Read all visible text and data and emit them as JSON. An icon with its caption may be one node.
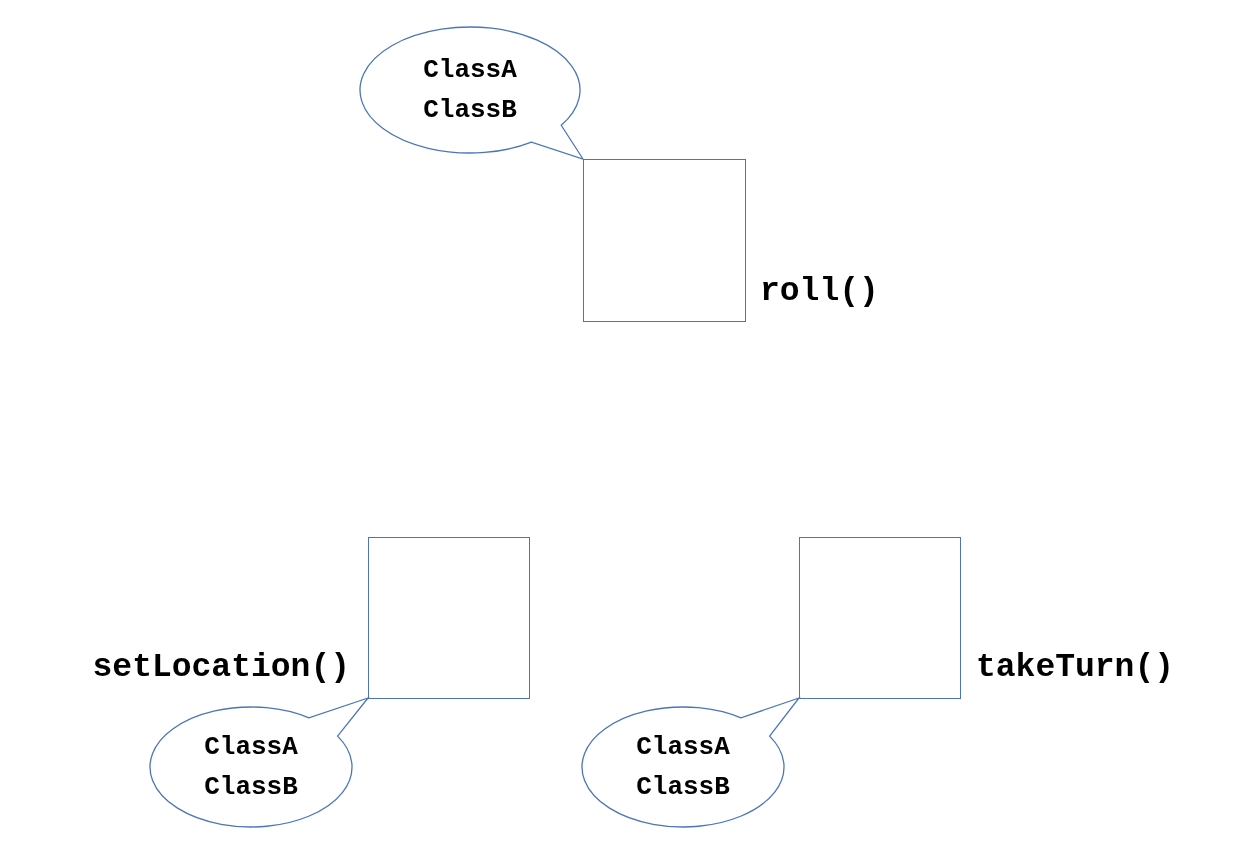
{
  "diagram": {
    "nodes": [
      {
        "text": [
          "ClassA",
          "ClassB"
        ]
      },
      {
        "text": [],
        "shape": "box",
        "beside": [
          "roll()"
        ]
      },
      {
        "text": [],
        "shape": "box",
        "beside": [
          "setLocation()"
        ]
      },
      {
        "text": [],
        "shape": "box",
        "beside": [
          "takeTurn()"
        ]
      },
      {
        "text": [
          "ClassA",
          "ClassB"
        ]
      },
      {
        "text": [
          "ClassA",
          "ClassB"
        ]
      }
    ]
  }
}
